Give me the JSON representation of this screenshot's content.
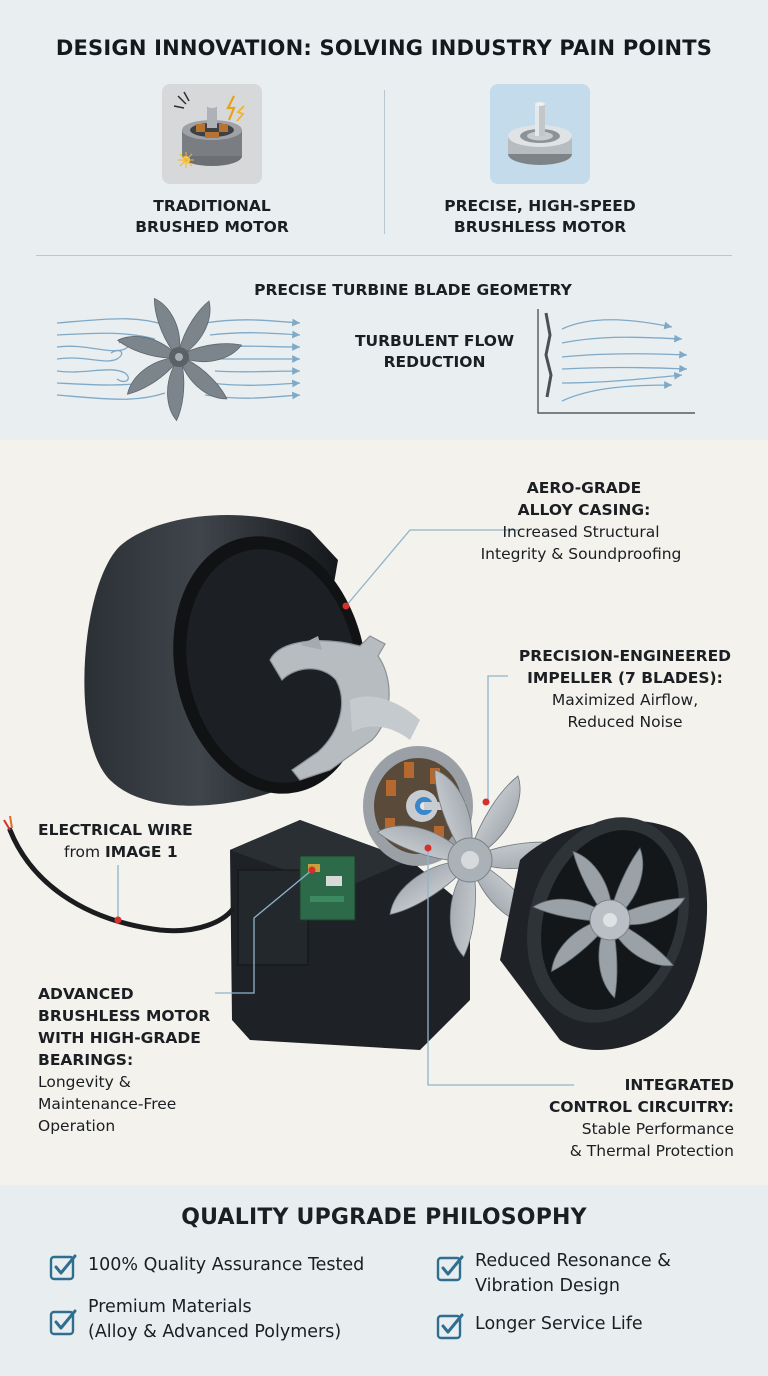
{
  "header": {
    "title": "DESIGN INNOVATION: SOLVING INDUSTRY PAIN POINTS"
  },
  "comparison": {
    "traditional": {
      "line1": "TRADITIONAL",
      "line2": "BRUSHED MOTOR",
      "icon": "brushed-motor-icon"
    },
    "upgrade": {
      "line1": "PRECISE, HIGH-SPEED",
      "line2": "BRUSHLESS MOTOR",
      "icon": "brushless-motor-icon"
    }
  },
  "airflow": {
    "title": "PRECISE TURBINE BLADE GEOMETRY",
    "flow_line1": "TURBULENT FLOW",
    "flow_line2": "REDUCTION"
  },
  "callouts": {
    "casing": {
      "line1": "AERO-GRADE",
      "line2": "ALLOY CASING:",
      "sub1": "Increased Structural",
      "sub2": "Integrity & Soundproofing"
    },
    "impeller": {
      "line1": "PRECISION-ENGINEERED",
      "line2": "IMPELLER (7 BLADES):",
      "sub1": "Maximized Airflow,",
      "sub2": "Reduced Noise"
    },
    "wire": {
      "line1": "ELECTRICAL WIRE",
      "from": "from ",
      "ref": "IMAGE 1"
    },
    "motor": {
      "line1": "ADVANCED",
      "line2": "BRUSHLESS MOTOR",
      "line3": "WITH HIGH-GRADE",
      "line4": "BEARINGS:",
      "sub1": "Longevity &",
      "sub2": "Maintenance-Free",
      "sub3": "Operation"
    },
    "circuit": {
      "line1": "INTEGRATED",
      "line2": "CONTROL CIRCUITRY:",
      "sub1": "Stable Performance",
      "sub2": "& Thermal Protection"
    }
  },
  "quality": {
    "title": "QUALITY UPGRADE PHILOSOPHY",
    "items": [
      {
        "text": "100% Quality Assurance Tested"
      },
      {
        "text": "Premium Materials\n(Alloy & Advanced Polymers)"
      },
      {
        "text": "Reduced Resonance &\nVibration Design"
      },
      {
        "text": "Longer Service Life"
      }
    ],
    "check_icon": "checkbox-check-icon"
  },
  "colors": {
    "top_bg": "#e9eef1",
    "middle_bg": "#f3f2ec",
    "bottom_bg": "#e8edf0",
    "accent_blue": "#2f6e8f",
    "flow_line": "#7fa9c6",
    "leader_line": "#8fb4cc",
    "marker_red": "#d5312c",
    "casing_black": "#1e2226"
  }
}
